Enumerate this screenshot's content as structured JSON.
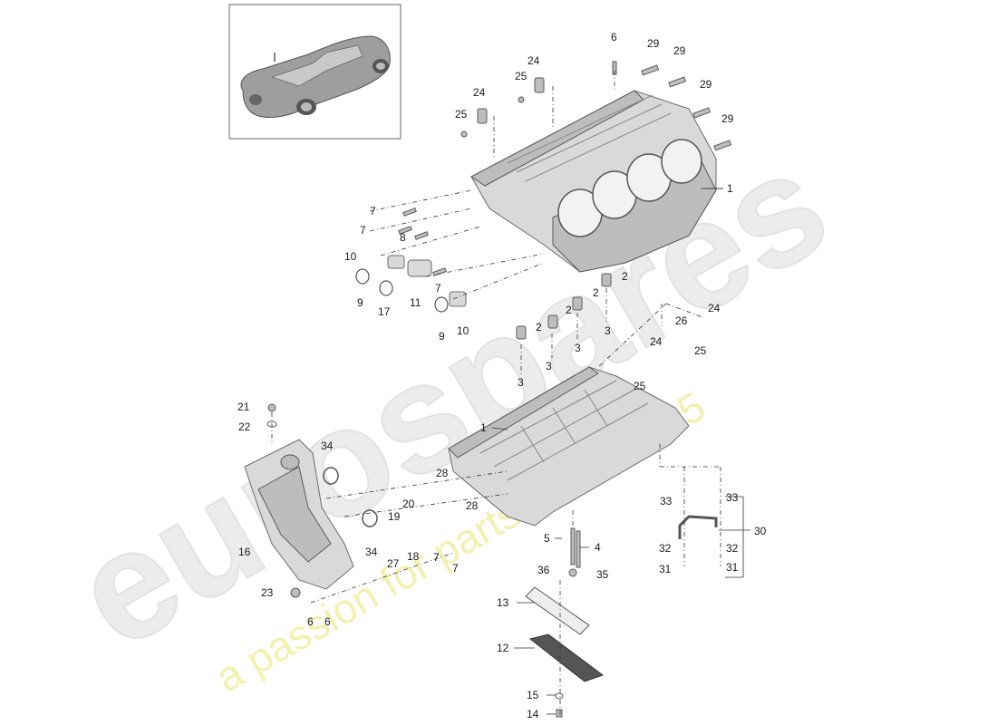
{
  "watermark": {
    "brand": "eurospares",
    "tagline_1": "a passion for parts since 1985"
  },
  "thumbnail": {
    "icon": "car-icon"
  },
  "callouts": {
    "c_6_top": "6",
    "c_29_a": "29",
    "c_29_b": "29",
    "c_29_c": "29",
    "c_29_d": "29",
    "c_24_a": "24",
    "c_25_a": "25",
    "c_24_b": "24",
    "c_25_b": "25",
    "c_1_top": "1",
    "c_7_a": "7",
    "c_7_b": "7",
    "c_8": "8",
    "c_10_a": "10",
    "c_7_c": "7",
    "c_9_a": "9",
    "c_17": "17",
    "c_11": "11",
    "c_9_b": "9",
    "c_10_b": "10",
    "c_2_a": "2",
    "c_2_b": "2",
    "c_2_c": "2",
    "c_2_d": "2",
    "c_3_a": "3",
    "c_3_b": "3",
    "c_3_c": "3",
    "c_3_d": "3",
    "c_26": "26",
    "c_24_c": "24",
    "c_25_c": "25",
    "c_24_d": "24",
    "c_25_d": "25",
    "c_21": "21",
    "c_22": "22",
    "c_1_bottom": "1",
    "c_34_a": "34",
    "c_28_a": "28",
    "c_20": "20",
    "c_28_b": "28",
    "c_19": "19",
    "c_16": "16",
    "c_34_b": "34",
    "c_27": "27",
    "c_18": "18",
    "c_7_d": "7",
    "c_7_e": "7",
    "c_5": "5",
    "c_4": "4",
    "c_33_a": "33",
    "c_33_b": "33",
    "c_30": "30",
    "c_32_a": "32",
    "c_32_b": "32",
    "c_31_a": "31",
    "c_31_b": "31",
    "c_36": "36",
    "c_35": "35",
    "c_23": "23",
    "c_6_a": "6",
    "c_6_b": "6",
    "c_13": "13",
    "c_12": "12",
    "c_15": "15",
    "c_14": "14"
  }
}
